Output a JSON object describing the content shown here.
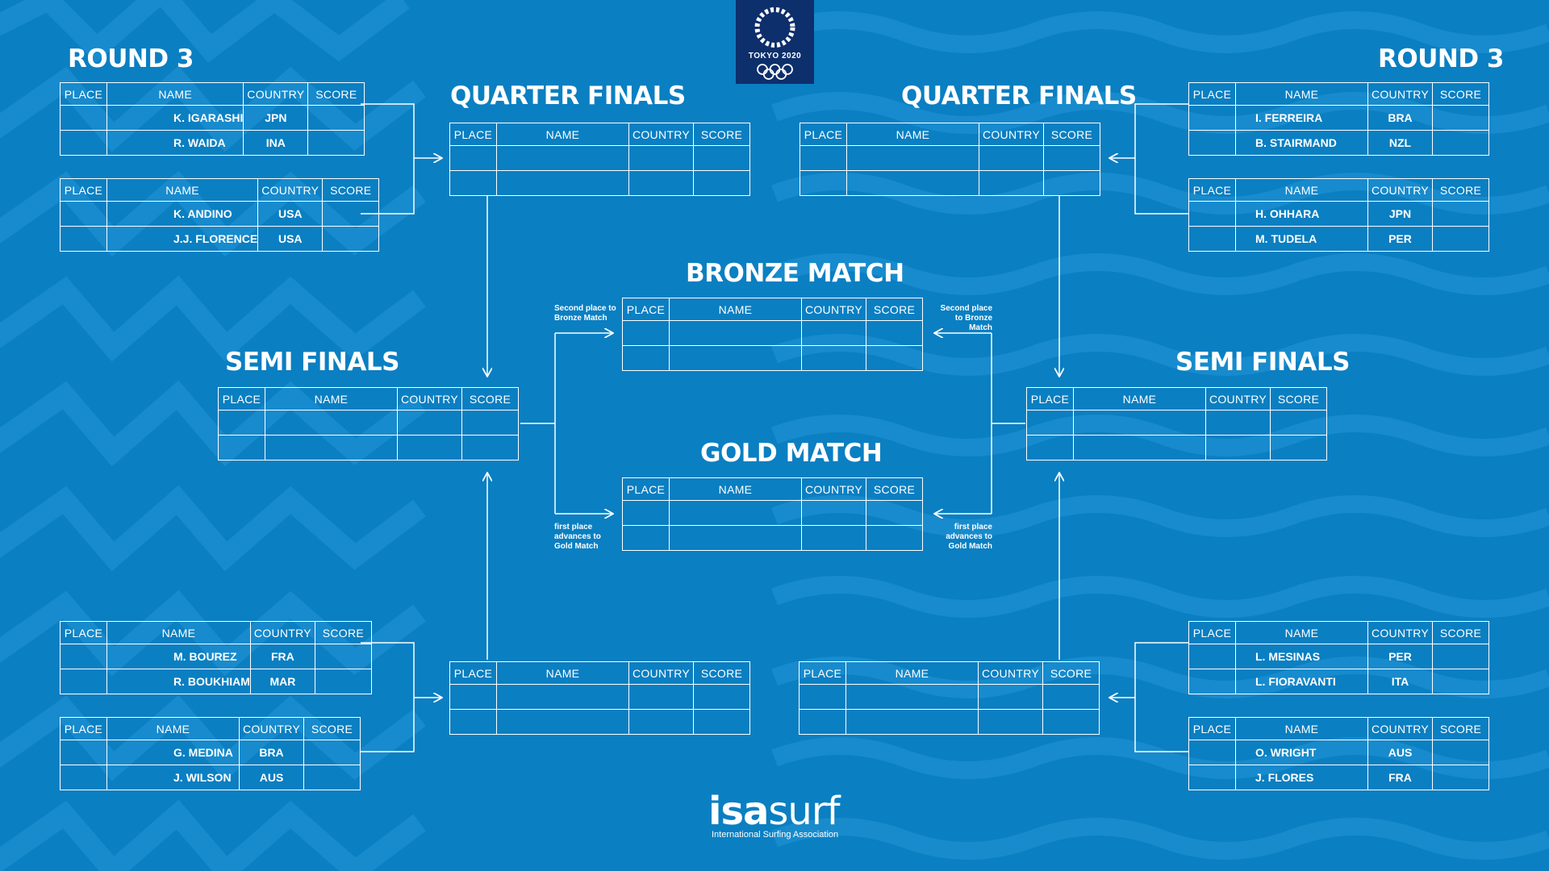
{
  "headings": {
    "round3_left": "ROUND 3",
    "round3_right": "ROUND 3",
    "qf_left": "QUARTER FINALS",
    "qf_right": "QUARTER FINALS",
    "sf_left": "SEMI FINALS",
    "sf_right": "SEMI FINALS",
    "bronze": "BRONZE MATCH",
    "gold": "GOLD MATCH"
  },
  "columns": {
    "place": "PLACE",
    "name": "NAME",
    "country": "COUNTRY",
    "score": "SCORE"
  },
  "heats": {
    "l1": [
      {
        "name": "K. IGARASHI",
        "country": "JPN"
      },
      {
        "name": "R. WAIDA",
        "country": "INA"
      }
    ],
    "l2": [
      {
        "name": "K. ANDINO",
        "country": "USA"
      },
      {
        "name": "J.J. FLORENCE",
        "country": "USA"
      }
    ],
    "l3": [
      {
        "name": "M. BOUREZ",
        "country": "FRA"
      },
      {
        "name": "R. BOUKHIAM",
        "country": "MAR"
      }
    ],
    "l4": [
      {
        "name": "G. MEDINA",
        "country": "BRA"
      },
      {
        "name": "J. WILSON",
        "country": "AUS"
      }
    ],
    "r1": [
      {
        "name": "I. FERREIRA",
        "country": "BRA"
      },
      {
        "name": "B. STAIRMAND",
        "country": "NZL"
      }
    ],
    "r2": [
      {
        "name": "H. OHHARA",
        "country": "JPN"
      },
      {
        "name": "M. TUDELA",
        "country": "PER"
      }
    ],
    "r3": [
      {
        "name": "L. MESINAS",
        "country": "PER"
      },
      {
        "name": "L. FIORAVANTI",
        "country": "ITA"
      }
    ],
    "r4": [
      {
        "name": "O. WRIGHT",
        "country": "AUS"
      },
      {
        "name": "J. FLORES",
        "country": "FRA"
      }
    ]
  },
  "notes": {
    "second_place": "Second place to Bronze Match",
    "first_place": "first place advances to Gold Match"
  },
  "logo": {
    "text": "TOKYO 2020"
  },
  "footer": {
    "brand_bold": "isa",
    "brand_light": "surf",
    "subtitle": "International Surfing Association"
  },
  "colors": {
    "background": "#0a7fc2",
    "logo_background": "#0d2f6b",
    "lines": "#ffffff"
  }
}
